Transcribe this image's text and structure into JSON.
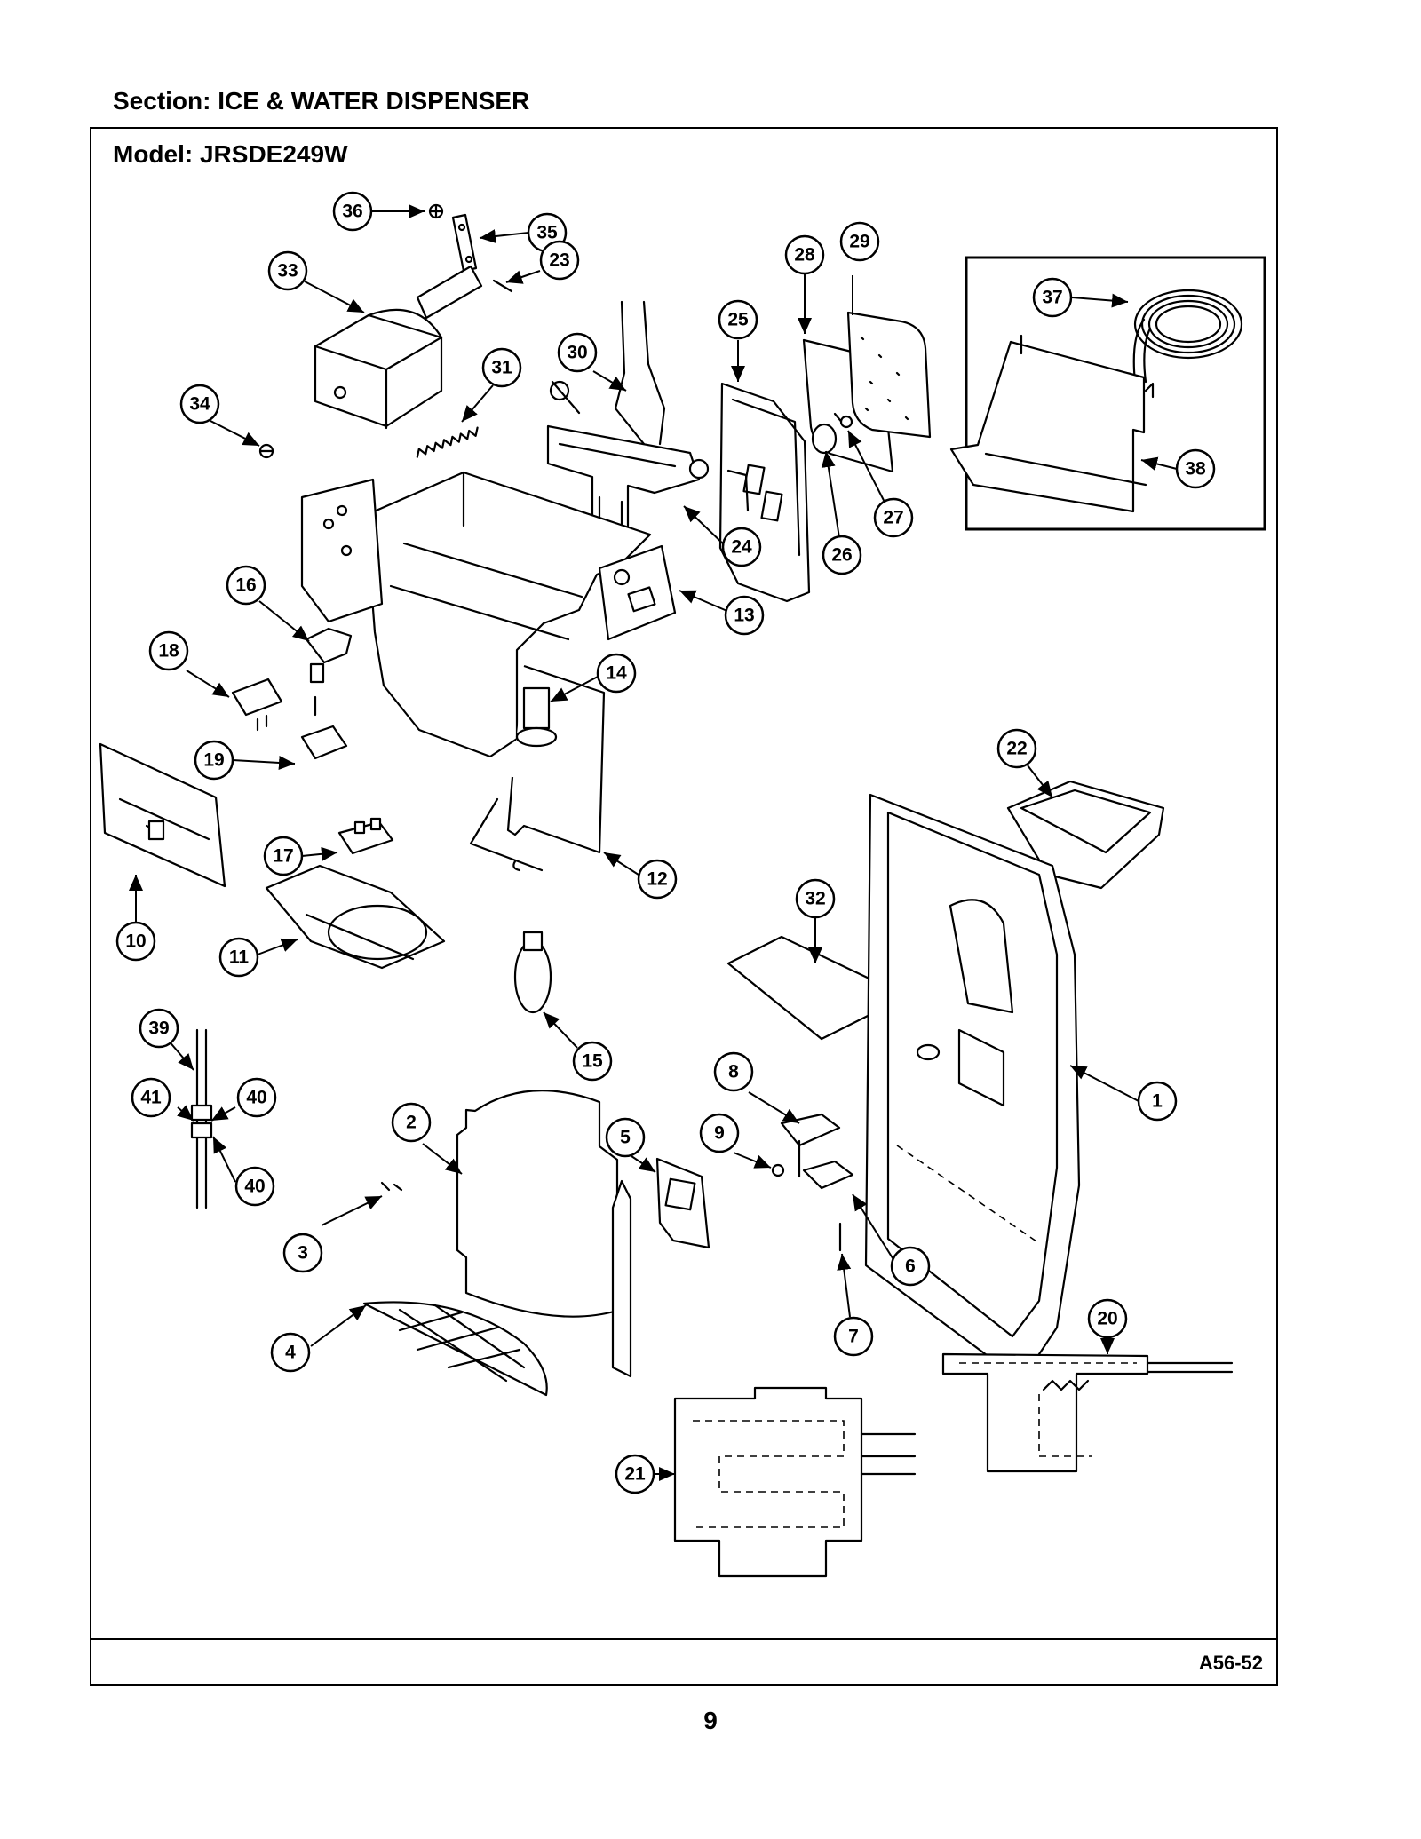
{
  "header": {
    "section_title": "Section:  ICE & WATER DISPENSER",
    "model_title": "Model:  JRSDE249W"
  },
  "footer": {
    "diagram_code": "A56-52",
    "page_number": "9"
  },
  "diagram": {
    "callouts": [
      "36",
      "35",
      "33",
      "23",
      "28",
      "29",
      "25",
      "30",
      "31",
      "34",
      "37",
      "38",
      "24",
      "27",
      "26",
      "16",
      "13",
      "18",
      "14",
      "19",
      "22",
      "17",
      "12",
      "32",
      "10",
      "11",
      "15",
      "39",
      "41",
      "40",
      "40",
      "1",
      "8",
      "2",
      "5",
      "9",
      "3",
      "6",
      "7",
      "20",
      "4",
      "21"
    ]
  }
}
